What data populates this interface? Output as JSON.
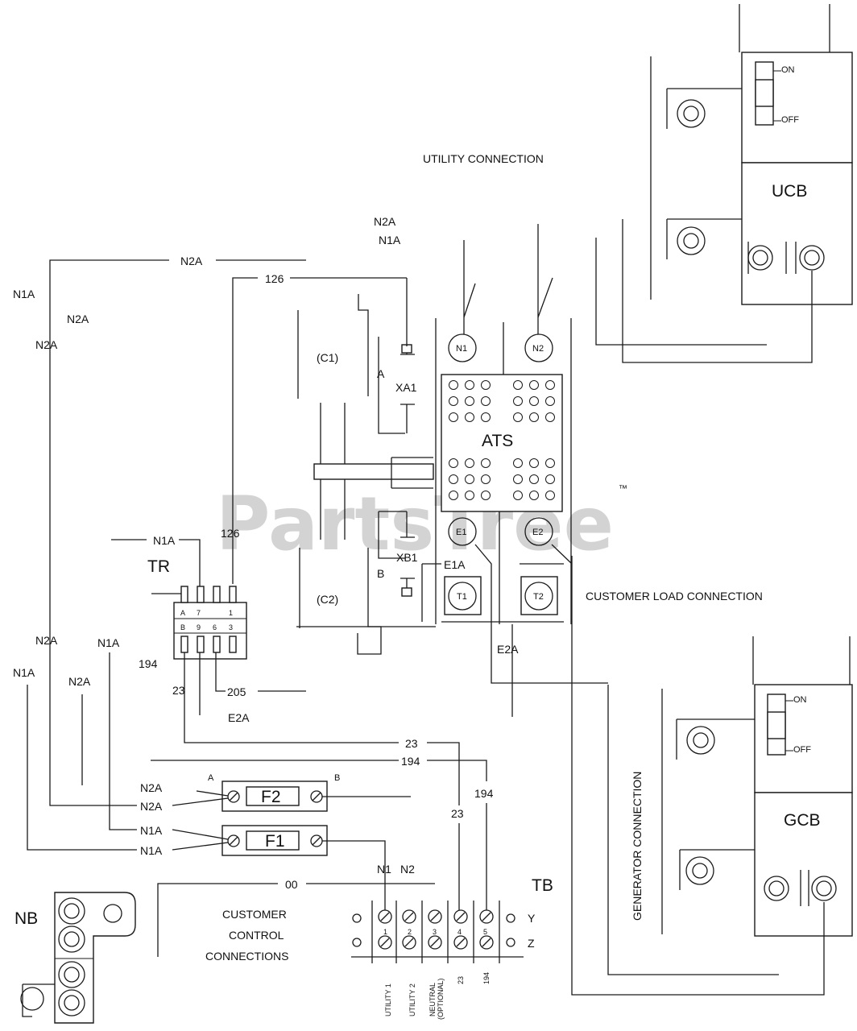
{
  "watermark": {
    "text": "PartsTree",
    "tm": "™"
  },
  "headings": {
    "utility_connection": "UTILITY CONNECTION",
    "customer_load_connection": "CUSTOMER LOAD CONNECTION",
    "generator_connection": "GENERATOR CONNECTION",
    "customer_control_1": "CUSTOMER",
    "customer_control_2": "CONTROL",
    "customer_control_3": "CONNECTIONS"
  },
  "components": {
    "ucb": "UCB",
    "gcb": "GCB",
    "ats": "ATS",
    "tr": "TR",
    "tb": "TB",
    "nb": "NB",
    "f1": "F1",
    "f2": "F2",
    "xa1": "XA1",
    "xb1": "XB1",
    "c1": "(C1)",
    "c2": "(C2)"
  },
  "switch_labels": {
    "on": "ON",
    "off": "OFF"
  },
  "terminals": {
    "n1": "N1",
    "n2": "N2",
    "e1": "E1",
    "e2": "E2",
    "t1": "T1",
    "t2": "T2"
  },
  "wires": {
    "n2a": "N2A",
    "n1a": "N1A",
    "w126": "126",
    "w194": "194",
    "w23": "23",
    "w205": "205",
    "e2a": "E2A",
    "e1a": "E1A",
    "w00": "00",
    "a": "A",
    "b": "B",
    "n1": "N1",
    "n2": "N2"
  },
  "tr_pins": {
    "top": [
      "A",
      "7",
      "",
      "1"
    ],
    "bottom": [
      "B",
      "9",
      "6",
      "3"
    ]
  },
  "tb": {
    "numbers": [
      "1",
      "2",
      "3",
      "4",
      "5"
    ],
    "rows": [
      "Y",
      "Z"
    ],
    "bottom_labels": [
      "UTILITY 1",
      "UTILITY 2",
      "NEUTRAL",
      "(OPTIONAL)",
      "23",
      "194"
    ]
  }
}
